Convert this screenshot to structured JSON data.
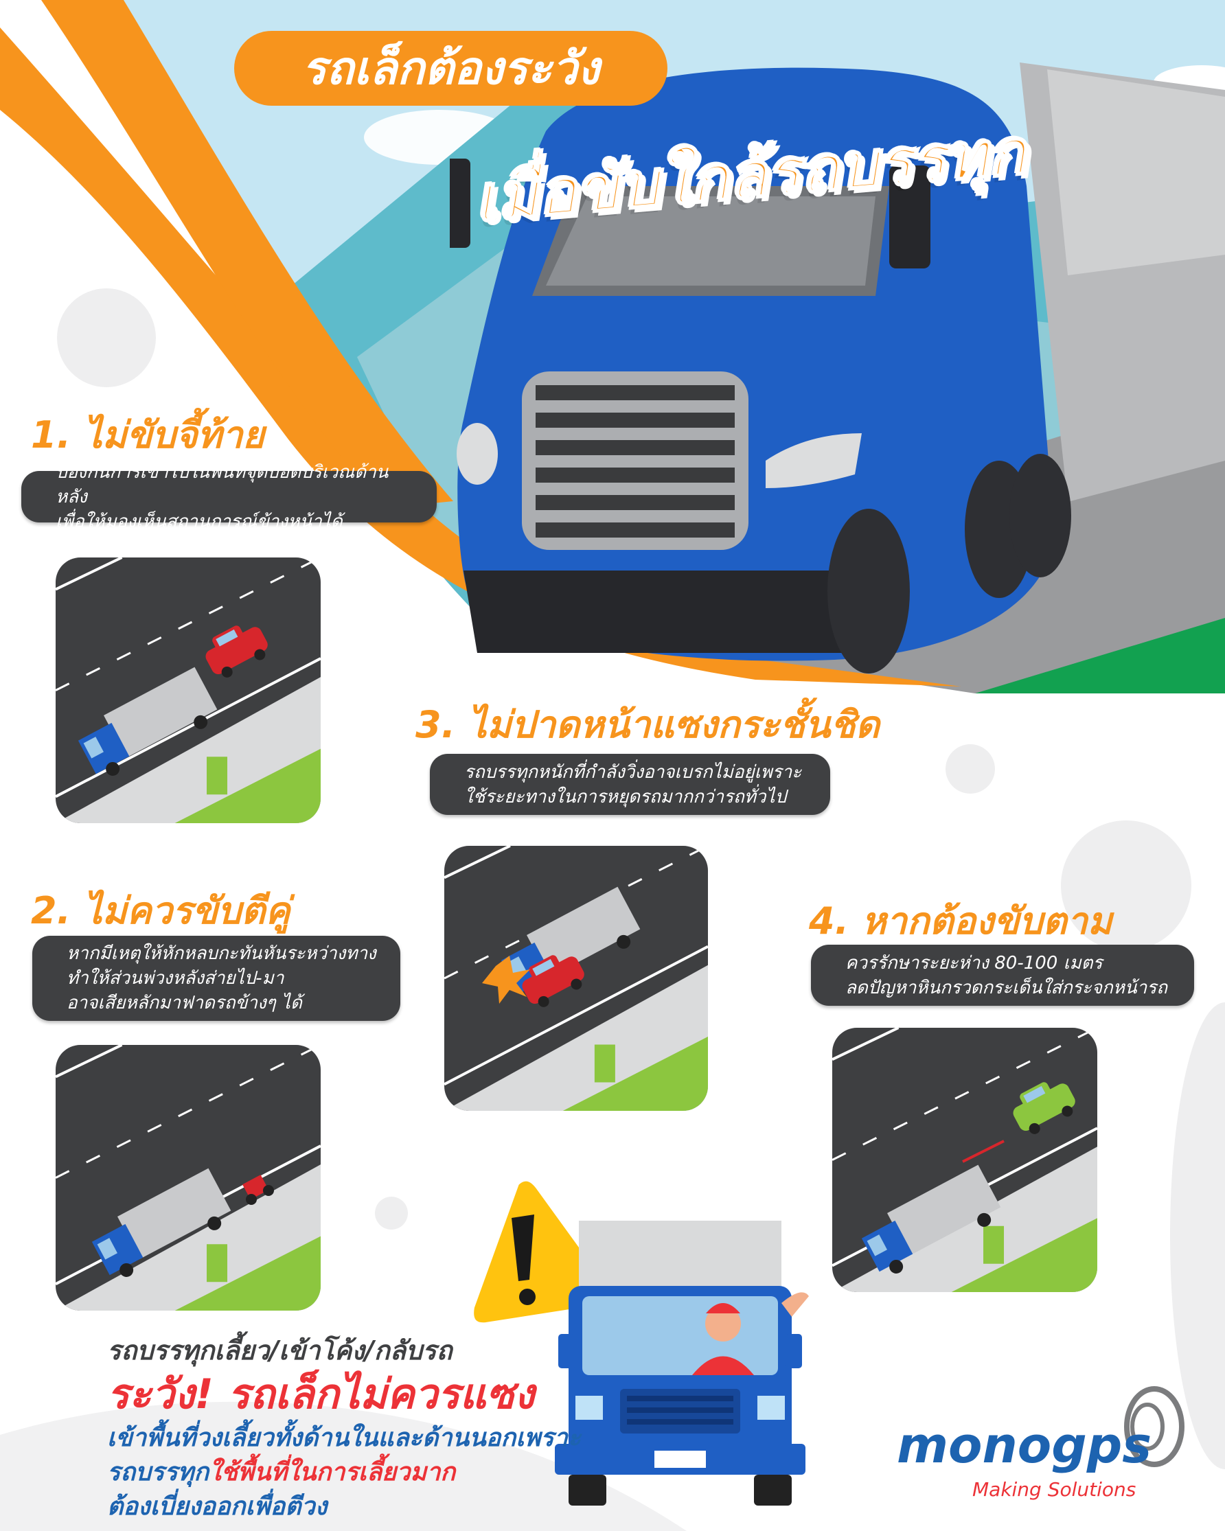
{
  "header": {
    "title": "รถเล็กต้องระวัง",
    "subtitle": "เมื่อขับใกล้รถบรรทุก"
  },
  "tips": [
    {
      "heading": "1. ไม่ขับจี้ท้าย",
      "lines": [
        "ป้องกันการเข้าไปในพื้นที่จุดบอดบริเวณด้านหลัง",
        "เพื่อให้มองเห็นสถานการณ์ข้างหน้าได้"
      ]
    },
    {
      "heading": "2. ไม่ควรขับตีคู่",
      "lines": [
        "หากมีเหตุให้หักหลบกะทันหันระหว่างทาง",
        "ทำให้ส่วนพ่วงหลังส่ายไป-มา",
        "อาจเสียหลักมาฟาดรถข้างๆ ได้"
      ]
    },
    {
      "heading": "3. ไม่ปาดหน้าแซงกระชั้นชิด",
      "lines": [
        "รถบรรทุกหนักที่กำลังวิ่งอาจเบรกไม่อยู่เพราะ",
        "ใช้ระยะทางในการหยุดรถมากกว่ารถทั่วไป"
      ]
    },
    {
      "heading": "4. หากต้องขับตาม",
      "lines": [
        "ควรรักษาระยะห่าง 80-100 เมตร",
        "ลดปัญหาหินกรวดกระเด็นใส่กระจกหน้ารถ"
      ]
    }
  ],
  "warning": {
    "line1": "รถบรรทุกเลี้ยว/เข้าโค้ง/กลับรถ",
    "line2": "ระวัง! รถเล็กไม่ควรแซง",
    "line3": "เข้าพื้นที่วงเลี้ยวทั้งด้านในและด้านนอกเพราะ",
    "line4_blue": "รถบรรทุก",
    "line4_red": "ใช้พื้นที่ในการเลี้ยวมาก",
    "line5": "ต้องเบี่ยงออกเพื่อตีวง",
    "icon": "warning-triangle-icon"
  },
  "logo": {
    "name": "monogps",
    "tagline": "Making Solutions"
  },
  "colors": {
    "orange": "#F7941D",
    "dark": "#3F4042",
    "red": "#EC3237",
    "blue": "#1D63B0",
    "truck_blue": "#1F5FC4",
    "sky": "#C5E6F3",
    "green": "#12A150"
  }
}
